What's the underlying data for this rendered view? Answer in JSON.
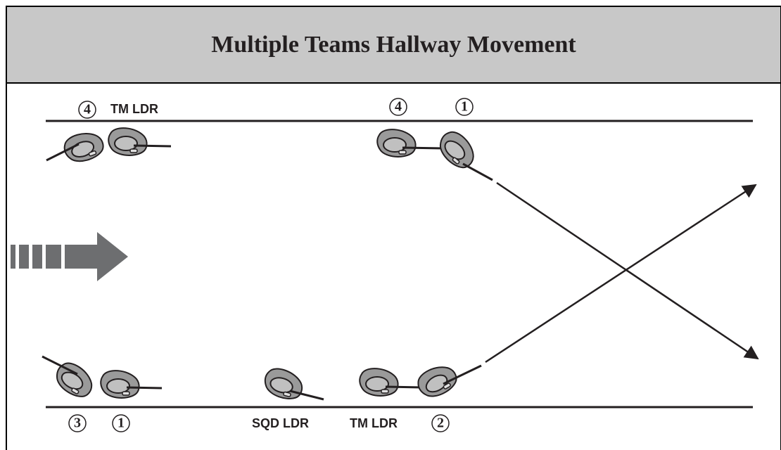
{
  "title": "Multiple Teams Hallway Movement",
  "labels": {
    "top_left_number": "4",
    "top_left_role": "TM LDR",
    "top_right_number_a": "4",
    "top_right_number_b": "1",
    "bottom_left_number_a": "3",
    "bottom_left_number_b": "1",
    "bottom_sqd_ldr": "SQD LDR",
    "bottom_tm_ldr": "TM LDR",
    "bottom_right_number": "2"
  },
  "colors": {
    "figure_fill": "#9a9a9a",
    "head_fill": "#c0c0c0",
    "arrow_fill": "#6d6e70",
    "title_bg": "#c8c8c8"
  },
  "icons": [
    "soldier-icon",
    "movement-arrow-icon"
  ]
}
